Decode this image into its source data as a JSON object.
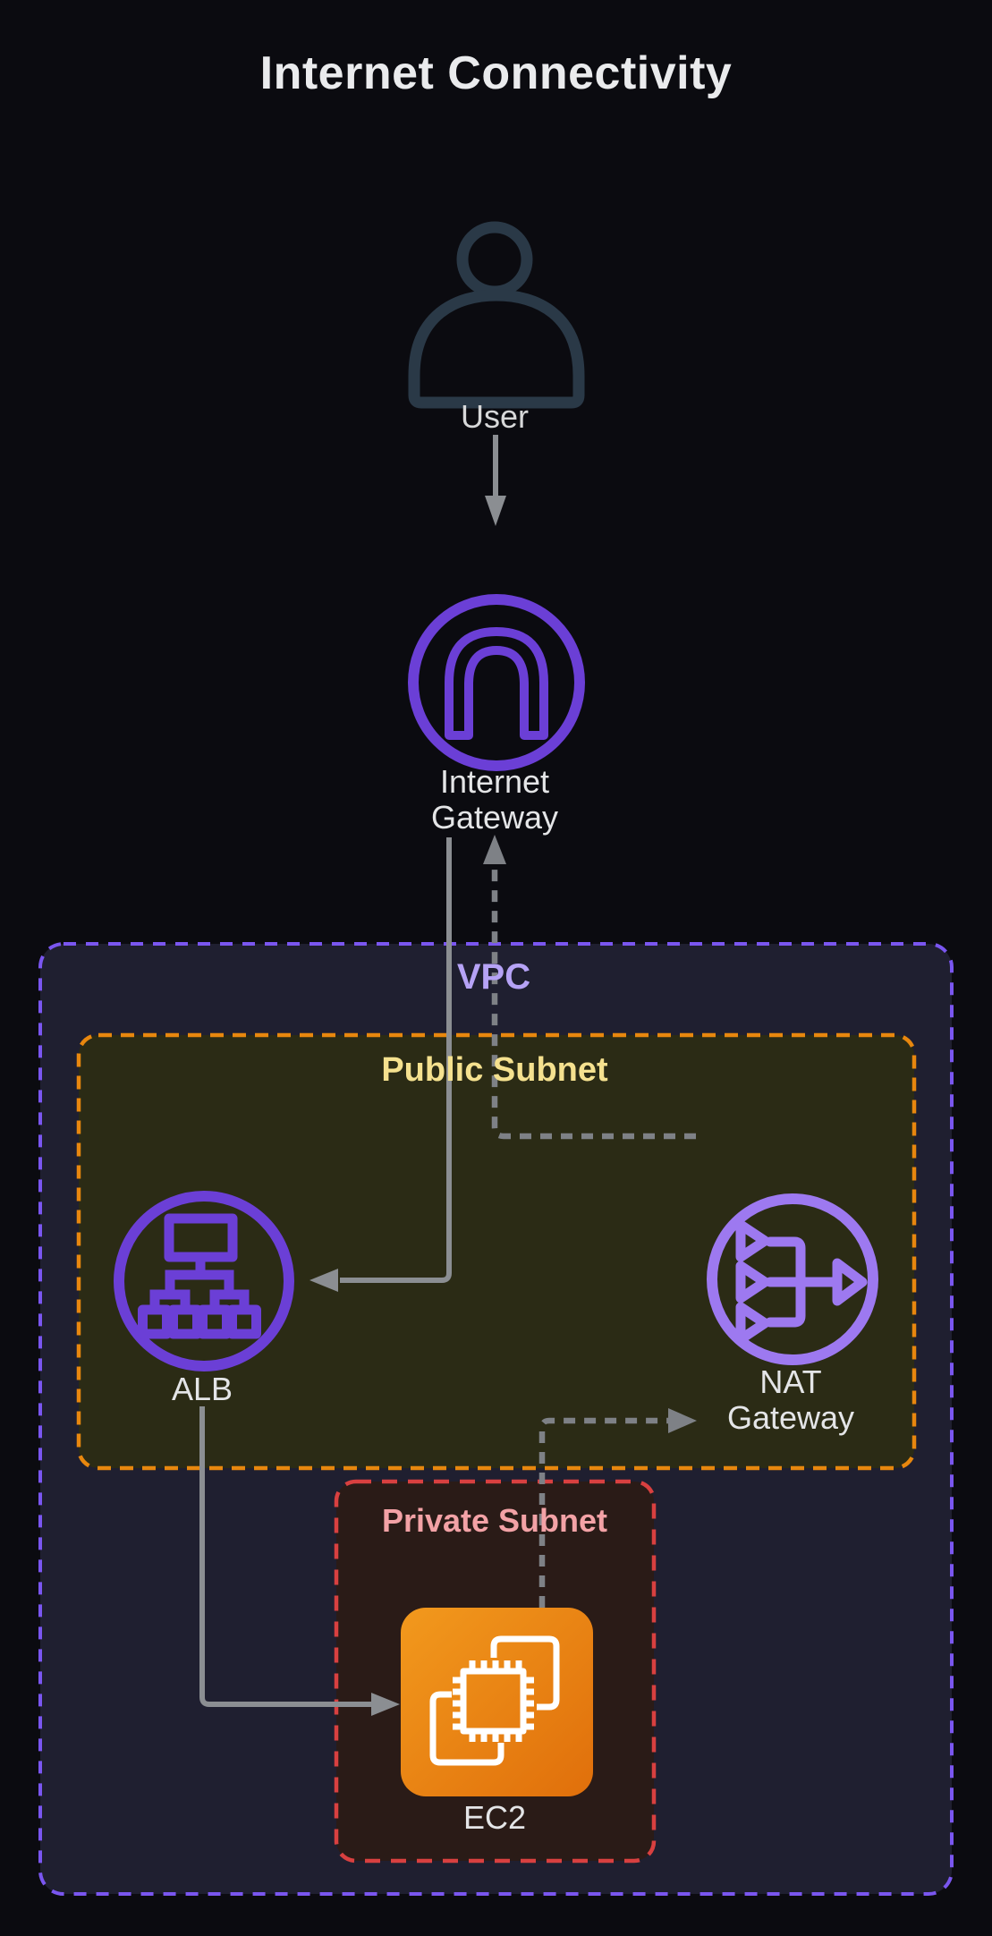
{
  "title": "Internet Connectivity",
  "nodes": {
    "user": {
      "label": "User"
    },
    "internet_gateway": {
      "label": "Internet\nGateway"
    },
    "alb": {
      "label": "ALB"
    },
    "nat_gateway": {
      "label": "NAT\nGateway"
    },
    "ec2": {
      "label": "EC2"
    }
  },
  "containers": {
    "vpc": {
      "label": "VPC"
    },
    "public_subnet": {
      "label": "Public Subnet"
    },
    "private_subnet": {
      "label": "Private Subnet"
    }
  },
  "edges": [
    {
      "from": "User",
      "to": "Internet Gateway",
      "style": "solid"
    },
    {
      "from": "Internet Gateway",
      "to": "ALB",
      "style": "solid"
    },
    {
      "from": "ALB",
      "to": "EC2",
      "style": "solid"
    },
    {
      "from": "NAT Gateway",
      "to": "Internet Gateway",
      "style": "dashed"
    },
    {
      "from": "EC2",
      "to": "NAT Gateway",
      "style": "dashed"
    }
  ],
  "colors": {
    "background": "#0b0b10",
    "vpc_fill": "#1f1f30",
    "vpc_border": "#7a56f0",
    "public_subnet_fill": "#2b2b15",
    "public_subnet_border": "#e8870e",
    "private_subnet_fill": "#2a1b17",
    "private_subnet_border": "#d84040",
    "gateway_purple": "#6b3fd6",
    "nat_purple": "#9d79f0",
    "ec2_orange_top": "#f2991d",
    "ec2_orange_bottom": "#e06f0b",
    "edge_gray": "#8b8e92",
    "user_icon": "#2a3947",
    "title_text": "#eaebed",
    "vpc_label": "#b6a3f6",
    "public_subnet_label": "#f5e18f",
    "private_subnet_label": "#f3a2a6"
  }
}
